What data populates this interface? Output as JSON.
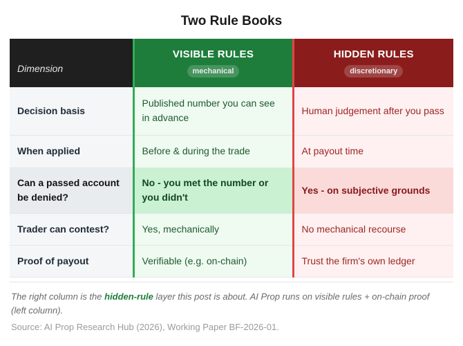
{
  "title": "Two Rule Books",
  "table": {
    "header": {
      "dimension": "Dimension",
      "visible": {
        "name": "VISIBLE RULES",
        "tag": "mechanical"
      },
      "hidden": {
        "name": "HIDDEN RULES",
        "tag": "discretionary"
      }
    },
    "rows": [
      {
        "dimension": "Decision basis",
        "visible": "Published number you can see in advance",
        "hidden": "Human judgement after you pass"
      },
      {
        "dimension": "When applied",
        "visible": "Before & during the trade",
        "hidden": "At payout time"
      },
      {
        "dimension": "Can a passed account be denied?",
        "visible": "No - you met the number or you didn't",
        "hidden": "Yes - on subjective grounds"
      },
      {
        "dimension": "Trader can contest?",
        "visible": "Yes, mechanically",
        "hidden": "No mechanical recourse"
      },
      {
        "dimension": "Proof of payout",
        "visible": "Verifiable (e.g. on-chain)",
        "hidden": "Trust the firm's own ledger"
      }
    ]
  },
  "note": {
    "before": "The right column is the ",
    "keyword": "hidden-rule",
    "after": " layer this post is about. AI Prop runs on visible rules + on-chain proof (left column)."
  },
  "source": "Source: AI Prop Research Hub (2026), Working Paper BF-2026-01.",
  "colors": {
    "visible_accent": "#1e7d3b",
    "hidden_accent": "#8b1c1c",
    "header_dark": "#1f1f1f"
  }
}
